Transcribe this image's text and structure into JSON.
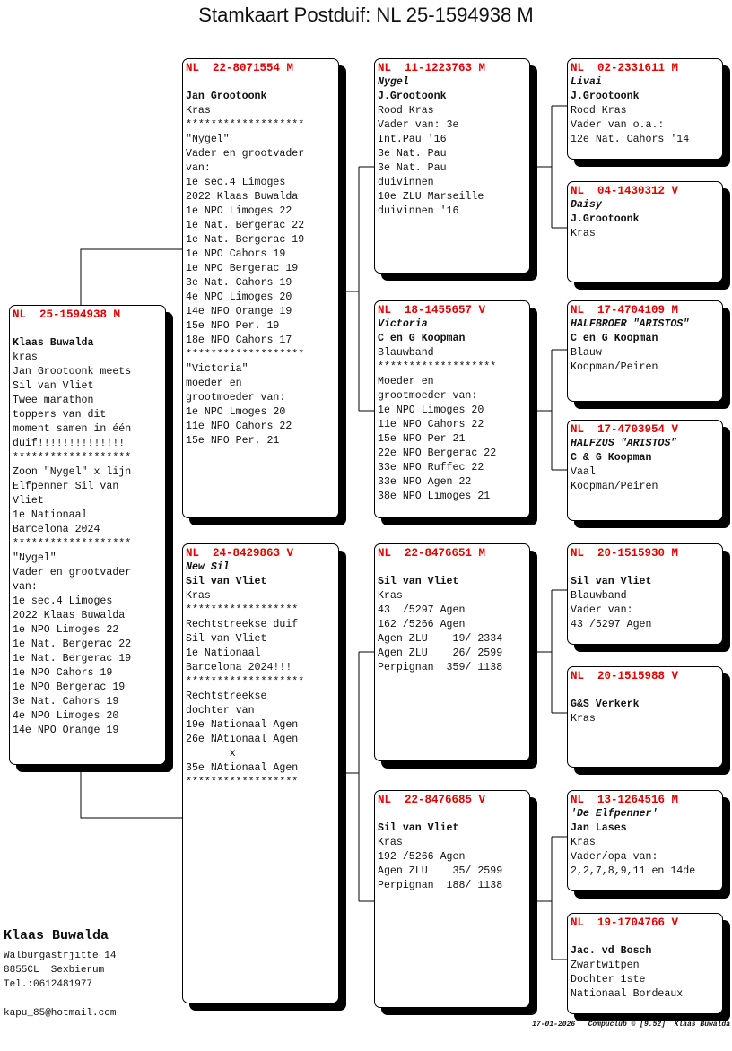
{
  "title": "Stamkaart Postduif: NL  25-1594938 M",
  "pigeons": [
    {
      "id": "main",
      "ring": "NL  25-1594938 M",
      "lines": [
        {
          "t": "",
          "s": ""
        },
        {
          "t": "Klaas Buwalda",
          "s": "b"
        },
        {
          "t": "kras",
          "s": ""
        },
        {
          "t": "Jan Grootoonk meets",
          "s": ""
        },
        {
          "t": "Sil van Vliet",
          "s": ""
        },
        {
          "t": "Twee marathon",
          "s": ""
        },
        {
          "t": "toppers van dit",
          "s": ""
        },
        {
          "t": "moment samen in één",
          "s": ""
        },
        {
          "t": "duif!!!!!!!!!!!!!!",
          "s": ""
        },
        {
          "t": "*******************",
          "s": ""
        },
        {
          "t": "Zoon \"Nygel\" x lijn",
          "s": ""
        },
        {
          "t": "Elfpenner Sil van",
          "s": ""
        },
        {
          "t": "Vliet",
          "s": ""
        },
        {
          "t": "1e Nationaal",
          "s": ""
        },
        {
          "t": "Barcelona 2024",
          "s": ""
        },
        {
          "t": "*******************",
          "s": ""
        },
        {
          "t": "\"Nygel\"",
          "s": ""
        },
        {
          "t": "Vader en grootvader",
          "s": ""
        },
        {
          "t": "van:",
          "s": ""
        },
        {
          "t": "1e sec.4 Limoges",
          "s": ""
        },
        {
          "t": "2022 Klaas Buwalda",
          "s": ""
        },
        {
          "t": "1e NPO Limoges 22",
          "s": ""
        },
        {
          "t": "1e Nat. Bergerac 22",
          "s": ""
        },
        {
          "t": "1e Nat. Bergerac 19",
          "s": ""
        },
        {
          "t": "1e NPO Cahors 19",
          "s": ""
        },
        {
          "t": "1e NPO Bergerac 19",
          "s": ""
        },
        {
          "t": "3e Nat. Cahors 19",
          "s": ""
        },
        {
          "t": "4e NPO Limoges 20",
          "s": ""
        },
        {
          "t": "14e NPO Orange 19",
          "s": ""
        }
      ]
    },
    {
      "id": "sire",
      "ring": "NL  22-8071554 M",
      "lines": [
        {
          "t": "",
          "s": ""
        },
        {
          "t": "Jan Grootoonk",
          "s": "b"
        },
        {
          "t": "Kras",
          "s": ""
        },
        {
          "t": "*******************",
          "s": ""
        },
        {
          "t": "\"Nygel\"",
          "s": ""
        },
        {
          "t": "Vader en grootvader",
          "s": ""
        },
        {
          "t": "van:",
          "s": ""
        },
        {
          "t": "1e sec.4 Limoges",
          "s": ""
        },
        {
          "t": "2022 Klaas Buwalda",
          "s": ""
        },
        {
          "t": "1e NPO Limoges 22",
          "s": ""
        },
        {
          "t": "1e Nat. Bergerac 22",
          "s": ""
        },
        {
          "t": "1e Nat. Bergerac 19",
          "s": ""
        },
        {
          "t": "1e NPO Cahors 19",
          "s": ""
        },
        {
          "t": "1e NPO Bergerac 19",
          "s": ""
        },
        {
          "t": "3e Nat. Cahors 19",
          "s": ""
        },
        {
          "t": "4e NPO Limoges 20",
          "s": ""
        },
        {
          "t": "14e NPO Orange 19",
          "s": ""
        },
        {
          "t": "15e NPO Per. 19",
          "s": ""
        },
        {
          "t": "18e NPO Cahors 17",
          "s": ""
        },
        {
          "t": "*******************",
          "s": ""
        },
        {
          "t": "\"Victoria\"",
          "s": ""
        },
        {
          "t": "moeder en",
          "s": ""
        },
        {
          "t": "grootmoeder van:",
          "s": ""
        },
        {
          "t": "1e NPO Lmoges 20",
          "s": ""
        },
        {
          "t": "11e NPO Cahors 22",
          "s": ""
        },
        {
          "t": "15e NPO Per. 21",
          "s": ""
        }
      ]
    },
    {
      "id": "dam",
      "ring": "NL  24-8429863 V",
      "lines": [
        {
          "t": "New Sil",
          "s": "i"
        },
        {
          "t": "Sil van Vliet",
          "s": "b"
        },
        {
          "t": "Kras",
          "s": ""
        },
        {
          "t": "******************",
          "s": ""
        },
        {
          "t": "Rechtstreekse duif",
          "s": ""
        },
        {
          "t": "Sil van Vliet",
          "s": ""
        },
        {
          "t": "1e Nationaal",
          "s": ""
        },
        {
          "t": "Barcelona 2024!!!",
          "s": ""
        },
        {
          "t": "*******************",
          "s": ""
        },
        {
          "t": "Rechtstreekse",
          "s": ""
        },
        {
          "t": "dochter van",
          "s": ""
        },
        {
          "t": "19e Nationaal Agen",
          "s": ""
        },
        {
          "t": "26e NAtionaal Agen",
          "s": ""
        },
        {
          "t": "       x",
          "s": ""
        },
        {
          "t": "35e NAtionaal Agen",
          "s": ""
        },
        {
          "t": "******************",
          "s": ""
        }
      ]
    },
    {
      "id": "ss",
      "ring": "NL  11-1223763 M",
      "lines": [
        {
          "t": "Nygel",
          "s": "i"
        },
        {
          "t": "J.Grootoonk",
          "s": "b"
        },
        {
          "t": "Rood Kras",
          "s": ""
        },
        {
          "t": "Vader van: 3e",
          "s": ""
        },
        {
          "t": "Int.Pau '16",
          "s": ""
        },
        {
          "t": "3e Nat. Pau",
          "s": ""
        },
        {
          "t": "3e Nat. Pau",
          "s": ""
        },
        {
          "t": "duivinnen",
          "s": ""
        },
        {
          "t": "10e ZLU Marseille",
          "s": ""
        },
        {
          "t": "duivinnen '16",
          "s": ""
        }
      ]
    },
    {
      "id": "sd",
      "ring": "NL  18-1455657 V",
      "lines": [
        {
          "t": "Victoria",
          "s": "i"
        },
        {
          "t": "C en G Koopman",
          "s": "b"
        },
        {
          "t": "Blauwband",
          "s": ""
        },
        {
          "t": "*******************",
          "s": ""
        },
        {
          "t": "Moeder en",
          "s": ""
        },
        {
          "t": "grootmoeder van:",
          "s": ""
        },
        {
          "t": "1e NPO Limoges 20",
          "s": ""
        },
        {
          "t": "11e NPO Cahors 22",
          "s": ""
        },
        {
          "t": "15e NPO Per 21",
          "s": ""
        },
        {
          "t": "22e NPO Bergerac 22",
          "s": ""
        },
        {
          "t": "33e NPO Ruffec 22",
          "s": ""
        },
        {
          "t": "33e NPO Agen 22",
          "s": ""
        },
        {
          "t": "38e NPO Limoges 21",
          "s": ""
        }
      ]
    },
    {
      "id": "ds",
      "ring": "NL  22-8476651 M",
      "lines": [
        {
          "t": "",
          "s": ""
        },
        {
          "t": "Sil van Vliet",
          "s": "b"
        },
        {
          "t": "Kras",
          "s": ""
        },
        {
          "t": "43  /5297 Agen",
          "s": ""
        },
        {
          "t": "162 /5266 Agen",
          "s": ""
        },
        {
          "t": "Agen ZLU    19/ 2334",
          "s": ""
        },
        {
          "t": "Agen ZLU    26/ 2599",
          "s": ""
        },
        {
          "t": "Perpignan  359/ 1138",
          "s": ""
        }
      ]
    },
    {
      "id": "dd",
      "ring": "NL  22-8476685 V",
      "lines": [
        {
          "t": "",
          "s": ""
        },
        {
          "t": "Sil van Vliet",
          "s": "b"
        },
        {
          "t": "Kras",
          "s": ""
        },
        {
          "t": "192 /5266 Agen",
          "s": ""
        },
        {
          "t": "Agen ZLU    35/ 2599",
          "s": ""
        },
        {
          "t": "Perpignan  188/ 1138",
          "s": ""
        }
      ]
    },
    {
      "id": "sss",
      "ring": "NL  02-2331611 M",
      "lines": [
        {
          "t": "Livai",
          "s": "i"
        },
        {
          "t": "J.Grootoonk",
          "s": "b"
        },
        {
          "t": "Rood Kras",
          "s": ""
        },
        {
          "t": "Vader van o.a.:",
          "s": ""
        },
        {
          "t": "12e Nat. Cahors '14",
          "s": ""
        }
      ]
    },
    {
      "id": "ssd",
      "ring": "NL  04-1430312 V",
      "lines": [
        {
          "t": "Daisy",
          "s": "i"
        },
        {
          "t": "J.Grootoonk",
          "s": "b"
        },
        {
          "t": "Kras",
          "s": ""
        }
      ]
    },
    {
      "id": "sds",
      "ring": "NL  17-4704109 M",
      "lines": [
        {
          "t": "HALFBROER \"ARISTOS\"",
          "s": "i"
        },
        {
          "t": "C en G Koopman",
          "s": "b"
        },
        {
          "t": "Blauw",
          "s": ""
        },
        {
          "t": "Koopman/Peiren",
          "s": ""
        }
      ]
    },
    {
      "id": "sdd",
      "ring": "NL  17-4703954 V",
      "lines": [
        {
          "t": "HALFZUS \"ARISTOS\"",
          "s": "i"
        },
        {
          "t": "C & G Koopman",
          "s": "b"
        },
        {
          "t": "Vaal",
          "s": ""
        },
        {
          "t": "Koopman/Peiren",
          "s": ""
        }
      ]
    },
    {
      "id": "dss",
      "ring": "NL  20-1515930 M",
      "lines": [
        {
          "t": "",
          "s": ""
        },
        {
          "t": "Sil van Vliet",
          "s": "b"
        },
        {
          "t": "Blauwband",
          "s": ""
        },
        {
          "t": "Vader van:",
          "s": ""
        },
        {
          "t": "43 /5297 Agen",
          "s": ""
        }
      ]
    },
    {
      "id": "dsd",
      "ring": "NL  20-1515988 V",
      "lines": [
        {
          "t": "",
          "s": ""
        },
        {
          "t": "G&S Verkerk",
          "s": "b"
        },
        {
          "t": "Kras",
          "s": ""
        }
      ]
    },
    {
      "id": "dds",
      "ring": "NL  13-1264516 M",
      "lines": [
        {
          "t": "'De Elfpenner'",
          "s": "i"
        },
        {
          "t": "Jan Lases",
          "s": "b"
        },
        {
          "t": "Kras",
          "s": ""
        },
        {
          "t": "Vader/opa van:",
          "s": ""
        },
        {
          "t": "2,2,7,8,9,11 en 14de",
          "s": ""
        }
      ]
    },
    {
      "id": "ddd",
      "ring": "NL  19-1704766 V",
      "lines": [
        {
          "t": "",
          "s": ""
        },
        {
          "t": "Jac. vd Bosch",
          "s": "b"
        },
        {
          "t": "Zwartwitpen",
          "s": ""
        },
        {
          "t": "Dochter 1ste",
          "s": ""
        },
        {
          "t": "Nationaal Bordeaux",
          "s": ""
        }
      ]
    }
  ],
  "owner": {
    "name": "Klaas Buwalda",
    "address": "Walburgastrjitte 14",
    "city": "8855CL  Sexbierum",
    "phone": "Tel.:0612481977",
    "email": "kapu_85@hotmail.com"
  },
  "footer": "17-01-2026   Compuclub © [9.52]  Klaas Buwalda"
}
